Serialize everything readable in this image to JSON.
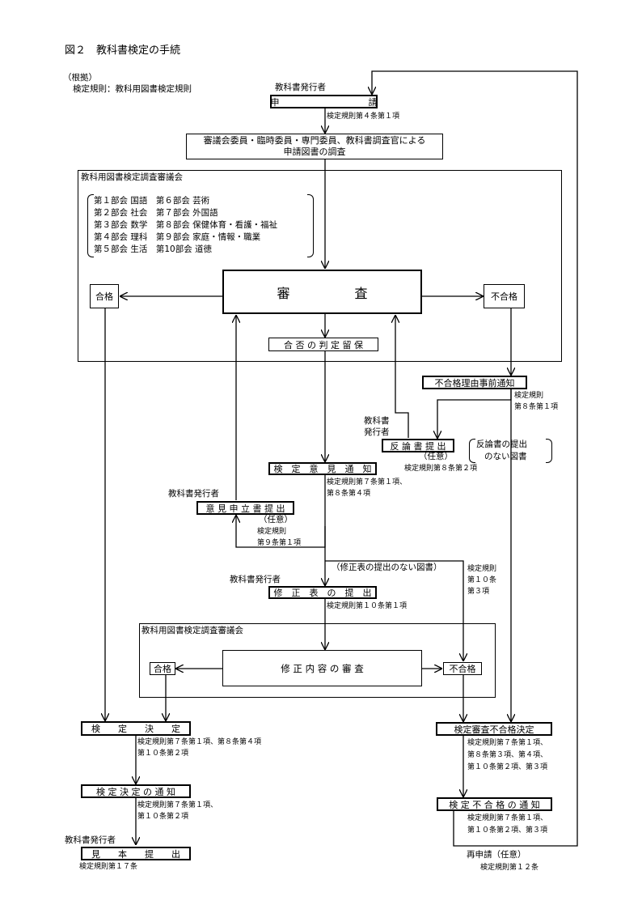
{
  "figure": {
    "title": "図２　教科書検定の手続"
  },
  "basis": {
    "label": "（根拠）",
    "text": "検定規則：教科用図書検定規則"
  },
  "publisher": "教科書発行者",
  "publisher_split": [
    "教科書",
    "発行者"
  ],
  "apply": {
    "box": "申　　　　　　　　　　請",
    "ref": "検定規則第４条第１項"
  },
  "investigation": {
    "line1": "審議会委員・臨時委員・専門委員、教科書調査官による",
    "line2": "申請図書の調査"
  },
  "council": {
    "label": "教科用図書検定調査審議会",
    "sections": [
      "第１部会 国語　第６部会 芸術",
      "第２部会 社会　第７部会 外国語",
      "第３部会 数学　第８部会 保健体育・看護・福祉",
      "第４部会 理科　第９部会 家庭・情報・職業",
      "第５部会 生活　第10部会 道徳"
    ],
    "review": "審　　　　　査",
    "pass": "合格",
    "fail": "不合格",
    "reserve": "合 否 の 判 定 留 保"
  },
  "fail_notice": {
    "box": "不合格理由事前通知",
    "ref1": "検定規則",
    "ref2": "第８条第１項"
  },
  "rebuttal": {
    "box": "反 論 書 提 出",
    "optional": "（任意）",
    "ref": "検定規則第８条第２項"
  },
  "no_rebuttal": {
    "line1": "反論書の提出",
    "line2": "のない図書"
  },
  "opinion_notice": {
    "box": "検　定　意　見　通　知",
    "ref1": "検定規則第７条第１項、",
    "ref2": "第８条第４項"
  },
  "objection": {
    "box": "意 見 申 立 書 提 出",
    "optional": "（任意）",
    "ref1": "検定規則",
    "ref2": "第９条第１項"
  },
  "no_revision": "（修正表の提出のない図書）",
  "side_ref": [
    "検定規則",
    "第１０条",
    "第３項"
  ],
  "revision": {
    "box": "修　正　表　の　提　出",
    "ref": "検定規則第１０条第１項"
  },
  "council2": {
    "label": "教科用図書検定調査審議会",
    "review": "修 正 内 容 の 審 査",
    "pass": "合格",
    "fail": "不合格"
  },
  "approval": {
    "box": "検　　定　　決　　定",
    "ref1": "検定規則第７条第１項、第８条第４項",
    "ref2": "第１０条第２項"
  },
  "approval_notice": {
    "box": "検 定 決 定 の 通 知",
    "ref1": "検定規則第７条第１項、",
    "ref2": "第１０条第２項"
  },
  "sample": {
    "box": "見　　本　　提　　出",
    "ref": "検定規則第１７条"
  },
  "rejection": {
    "box": "検定審査不合格決定",
    "ref1": "検定規則第７条第１項、",
    "ref2": "第８条第３項、第４項、",
    "ref3": "第１０条第２項、第３項"
  },
  "rejection_notice": {
    "box": "検 定 不 合 格 の 通 知",
    "ref1": "検定規則第７条第１項、",
    "ref2": "第１０条第２項、第３項"
  },
  "reapply": {
    "label": "再申請（任意）",
    "ref": "検定規則第１２条"
  }
}
